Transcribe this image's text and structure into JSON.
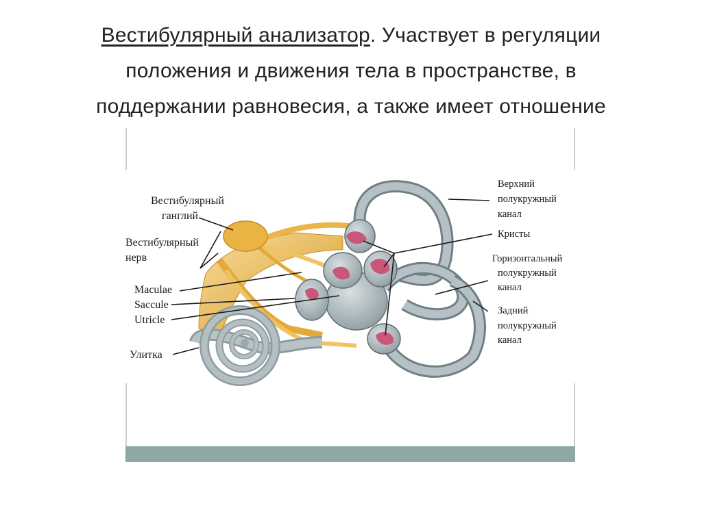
{
  "slide": {
    "title_underlined": "Вестибулярный анализатор",
    "title_rest_line1": ". Участвует в регуляции",
    "title_line2": "положения и движения тела в пространстве, в",
    "title_line3": "поддержании равновесия, а также имеет отношение"
  },
  "diagram": {
    "labels_left": {
      "ganglion_1": "Вестибулярный",
      "ganglion_2": "ганглий",
      "nerve_1": "Вестибулярный",
      "nerve_2": "нерв",
      "maculae": "Maculae",
      "saccule": "Saccule",
      "utricle": "Utricle",
      "cochlea": "Улитка"
    },
    "labels_right": {
      "upper_canal_1": "Верхний",
      "upper_canal_2": "полукружный",
      "upper_canal_3": "канал",
      "cristae": "Кристы",
      "horizontal_canal_1": "Горизонтальный",
      "horizontal_canal_2": "полукружный",
      "horizontal_canal_3": "канал",
      "posterior_canal_1": "Задний",
      "posterior_canal_2": "полукружный",
      "posterior_canal_3": "канал"
    },
    "colors": {
      "canal": "#a9b6b9",
      "canal_edge": "#5d6c70",
      "nerve": "#e8b13e",
      "nerve_light": "#f4d58a",
      "crista": "#c9577a",
      "frame_bar": "#8ea8a3"
    }
  }
}
